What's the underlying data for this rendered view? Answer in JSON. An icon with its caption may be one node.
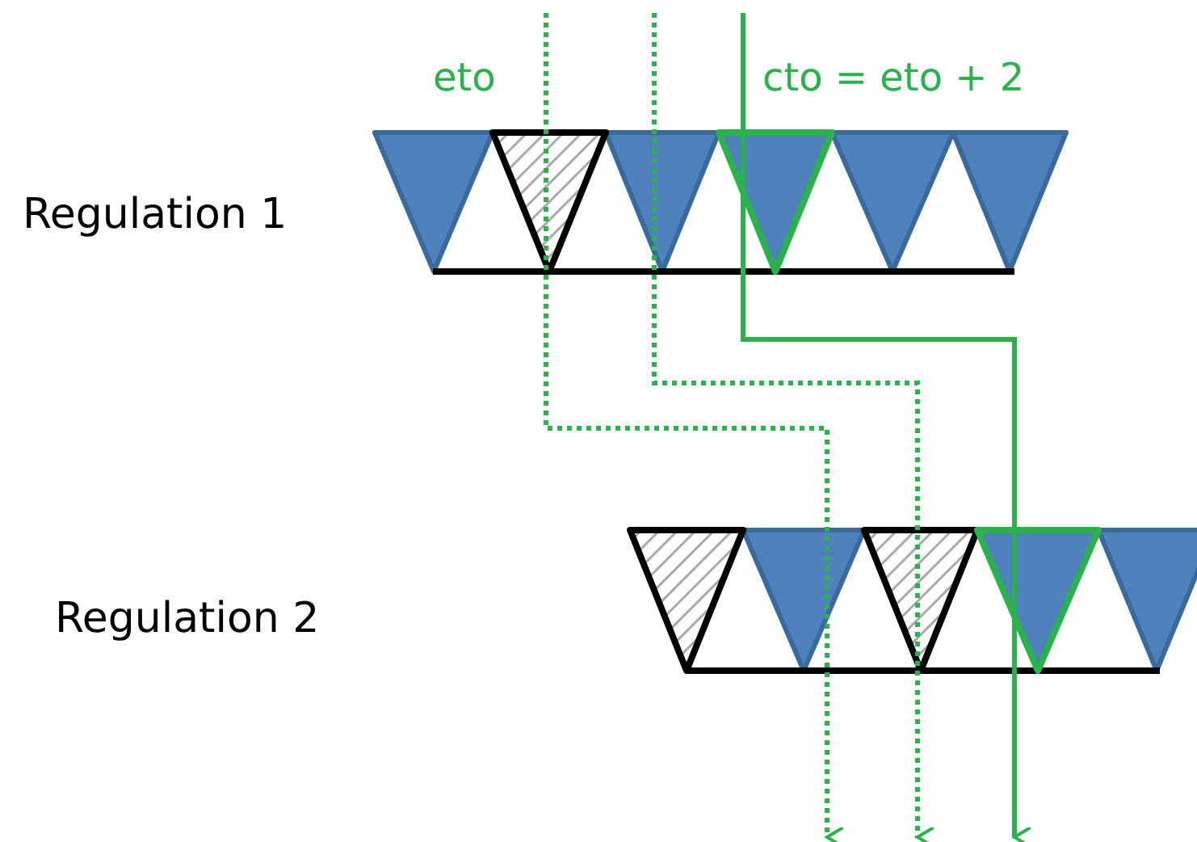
{
  "diagram": {
    "labels": [
      "eto",
      "cto = eto + 2",
      "Regulation 1",
      "Regulation 2"
    ]
  }
}
